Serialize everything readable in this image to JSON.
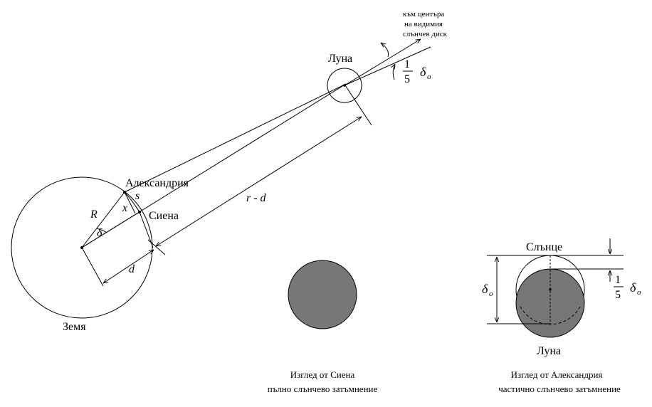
{
  "labels": {
    "to_center_line1": "към центъра",
    "to_center_line2": "на видимия",
    "to_center_line3": "слънчев диск",
    "moon_top": "Луна",
    "alexandria": "Александрия",
    "syene": "Сиена",
    "earth": "Земя",
    "r_minus_d": "r - d",
    "R": "R",
    "s": "s",
    "x": "x",
    "delta": "δ",
    "d": "d",
    "frac_num": "1",
    "frac_den": "5",
    "delta_o": "δ",
    "delta_o_sub": "o",
    "sun": "Слънце",
    "moon_right": "Луна"
  },
  "captions": {
    "syene_line1": "Изглед от Сиена",
    "syene_line2": "пълно слънчево затъмнение",
    "alex_line1": "Изглед от Александрия",
    "alex_line2": "частично слънчево затъмнение"
  },
  "colors": {
    "disk_fill": "#777777",
    "line": "#000000",
    "background": "#ffffff"
  }
}
